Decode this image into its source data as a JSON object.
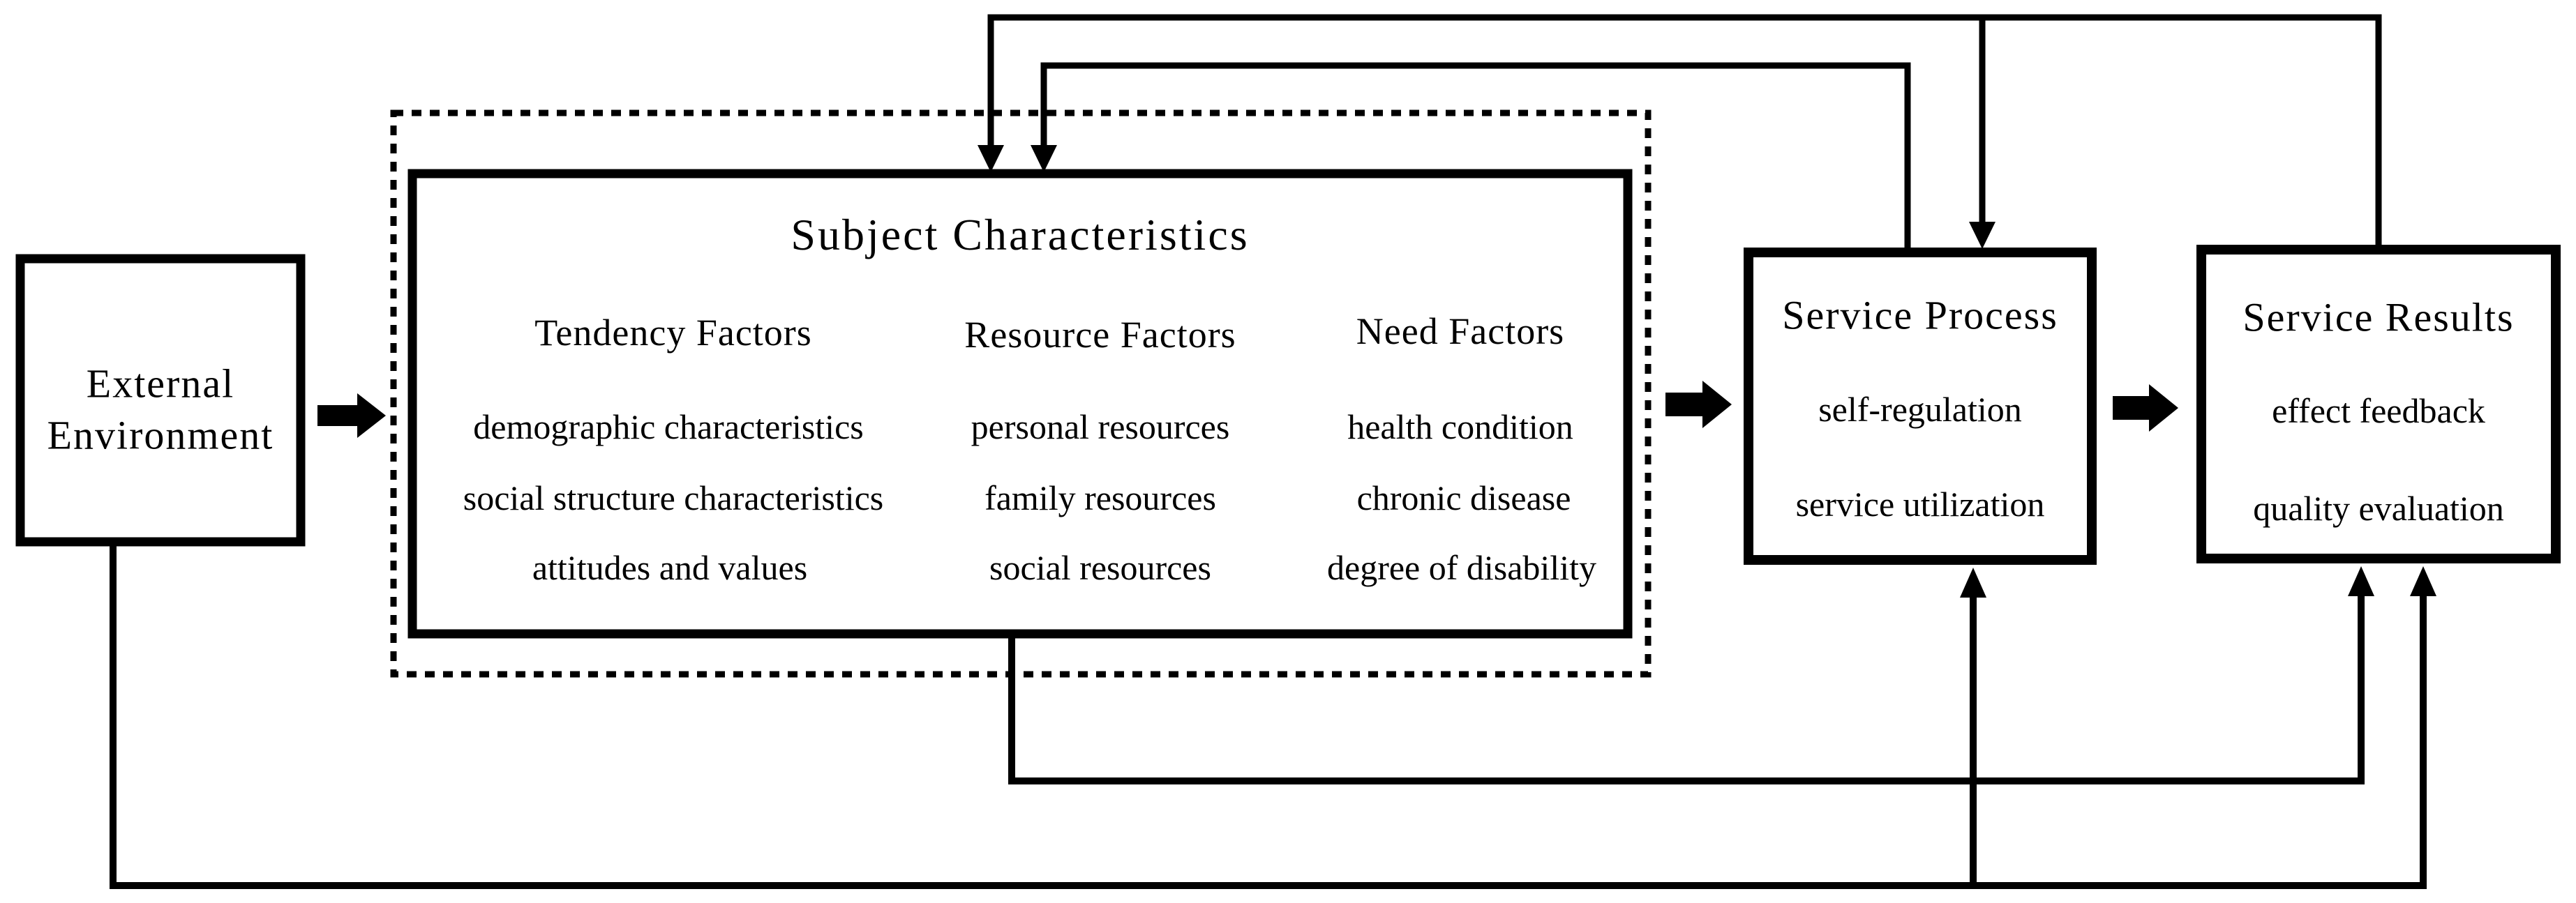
{
  "external": {
    "lines": [
      "External",
      "Environment"
    ]
  },
  "subject": {
    "title": "Subject Characteristics",
    "columns": [
      {
        "header": "Tendency Factors",
        "items": [
          "demographic characteristics",
          "social structure characteristics",
          "attitudes and values"
        ]
      },
      {
        "header": "Resource Factors",
        "items": [
          "personal resources",
          "family resources",
          "social resources"
        ]
      },
      {
        "header": "Need Factors",
        "items": [
          "health condition",
          "chronic disease",
          "degree of disability"
        ]
      }
    ]
  },
  "service_process": {
    "title": "Service Process",
    "items": [
      "self-regulation",
      "service utilization"
    ]
  },
  "service_results": {
    "title": "Service Results",
    "items": [
      "effect feedback",
      "quality evaluation"
    ]
  },
  "style": {
    "line_color": "#000000",
    "background": "#ffffff"
  }
}
